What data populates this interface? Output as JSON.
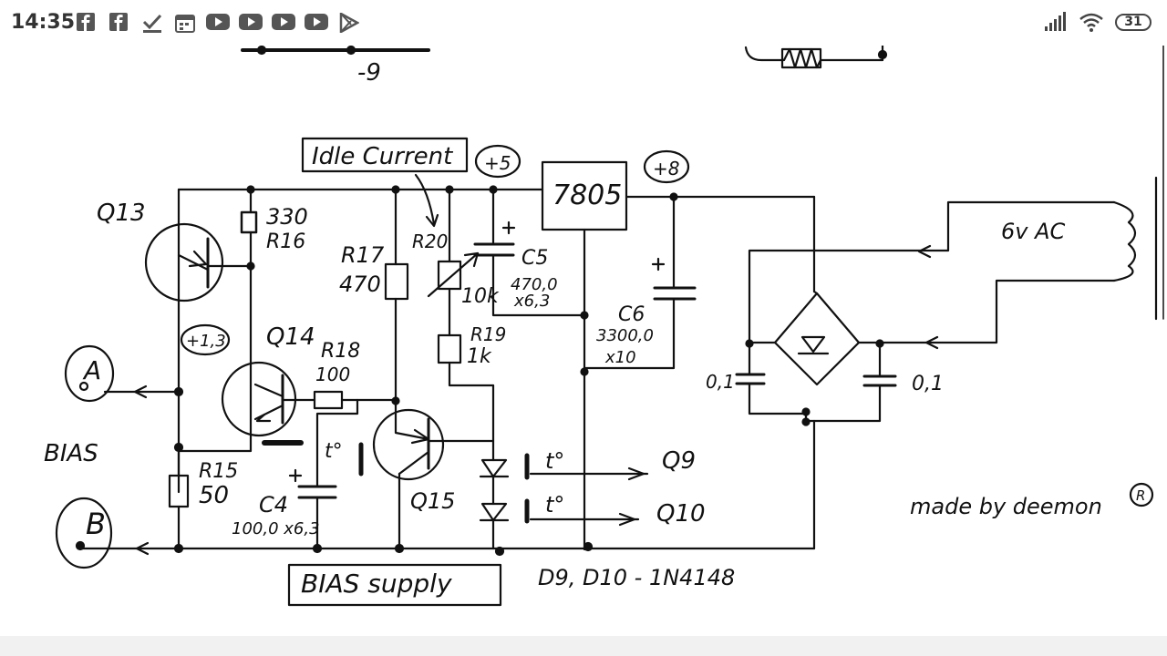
{
  "status_bar": {
    "time": "14:35",
    "notification_icons": [
      "facebook-icon",
      "facebook-icon",
      "download-done-icon",
      "calendar-icon",
      "youtube-icon",
      "youtube-icon",
      "youtube-icon",
      "youtube-icon",
      "play-store-icon"
    ],
    "signal_icon": "signal-icon",
    "wifi_icon": "wifi-icon",
    "battery_level": "31"
  },
  "schematic": {
    "labels": {
      "top_voltage": "-9",
      "idle_current_box": "Idle Current",
      "v_plus5": "+5",
      "regulator": "7805",
      "v_plus8": "+8",
      "q13": "Q13",
      "r16_value": "330",
      "r16": "R16",
      "r17": "R17",
      "r17_value": "470",
      "r20": "R20",
      "r20_value": "10k",
      "c5": "C5",
      "c5_value": "470,0",
      "c5_voltage": "x6,3",
      "c6": "C6",
      "c6_value": "3300,0",
      "c6_voltage": "x10",
      "r19": "R19",
      "r19_value": "1k",
      "ac_input": "6v AC",
      "v_plus13": "+1,3",
      "q14": "Q14",
      "r18": "R18",
      "r18_value": "100",
      "node_a": "A",
      "bias": "BIAS",
      "r15": "R15",
      "r15_value": "50",
      "temp1": "t°",
      "temp2": "t°",
      "temp3": "t°",
      "q9": "Q9",
      "q10": "Q10",
      "c4": "C4",
      "c4_value": "100,0 x6,3",
      "q15": "Q15",
      "node_b": "B",
      "cap_left": "0,1",
      "cap_right": "0,1",
      "made_by": "made by deemon",
      "registered": "R",
      "bias_supply_box": "BIAS supply",
      "diodes_note": "D9, D10 - 1N4148"
    }
  }
}
